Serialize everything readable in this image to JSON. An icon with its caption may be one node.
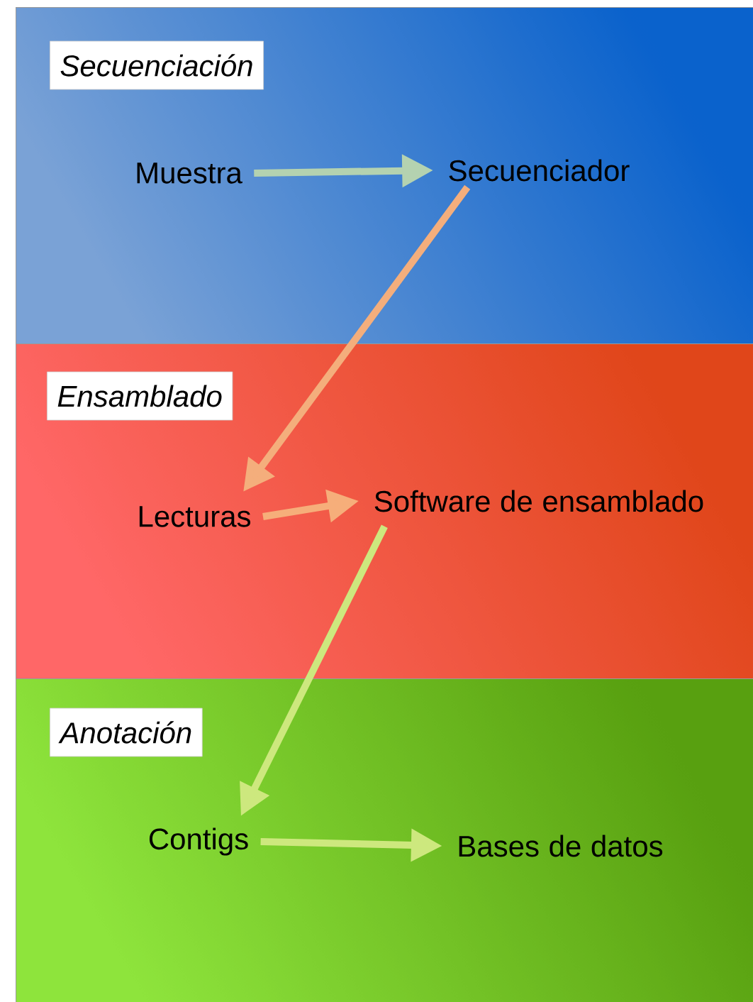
{
  "diagram": {
    "nodes": [
      {
        "text": [
          "Secuenciación"
        ]
      },
      {
        "text": [
          "Muestra"
        ],
        "in": 0
      },
      {
        "text": [
          "Secuenciador"
        ],
        "in": 0
      },
      {
        "text": [
          "Ensamblado"
        ]
      },
      {
        "text": [
          "Lecturas"
        ],
        "in": 3
      },
      {
        "text": [
          "Software de ensamblado"
        ],
        "in": 3
      },
      {
        "text": [
          "Anotación"
        ]
      },
      {
        "text": [
          "Contigs"
        ],
        "in": 6
      },
      {
        "text": [
          "Bases de datos"
        ],
        "in": 6
      }
    ],
    "edges": [
      {
        "from": 1,
        "to": 2,
        "arrow": "to",
        "color": "#b4d2b0"
      },
      {
        "from": 2,
        "to": 4,
        "arrow": "to",
        "color": "#f4ae7c"
      },
      {
        "from": 4,
        "to": 5,
        "arrow": "to",
        "color": "#f6ae7a"
      },
      {
        "from": 5,
        "to": 7,
        "arrow": "to",
        "color": "#cde87e"
      },
      {
        "from": 7,
        "to": 8,
        "arrow": "to",
        "color": "#cde87e"
      }
    ]
  }
}
